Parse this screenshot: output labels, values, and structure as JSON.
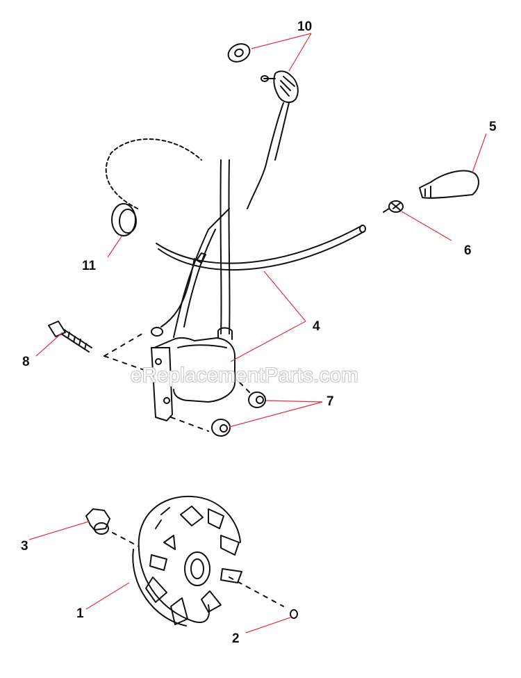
{
  "diagram": {
    "type": "exploded-parts-diagram",
    "subject": "Ignition system / flywheel assembly",
    "watermark": "eReplacementParts.com",
    "leader_color": "#e0303a",
    "callouts": [
      {
        "id": "1",
        "label": "1",
        "part": "flywheel"
      },
      {
        "id": "2",
        "label": "2",
        "part": "woodruff key"
      },
      {
        "id": "3",
        "label": "3",
        "part": "flywheel nut"
      },
      {
        "id": "4",
        "label": "4",
        "part": "ignition coil with wires"
      },
      {
        "id": "5",
        "label": "5",
        "part": "spark plug boot"
      },
      {
        "id": "6",
        "label": "6",
        "part": "spring terminal"
      },
      {
        "id": "7",
        "label": "7",
        "part": "spacers (2)"
      },
      {
        "id": "8",
        "label": "8",
        "part": "screw"
      },
      {
        "id": "10",
        "label": "10",
        "part": "stop switch with nut"
      },
      {
        "id": "11",
        "label": "11",
        "part": "grommet"
      }
    ]
  }
}
